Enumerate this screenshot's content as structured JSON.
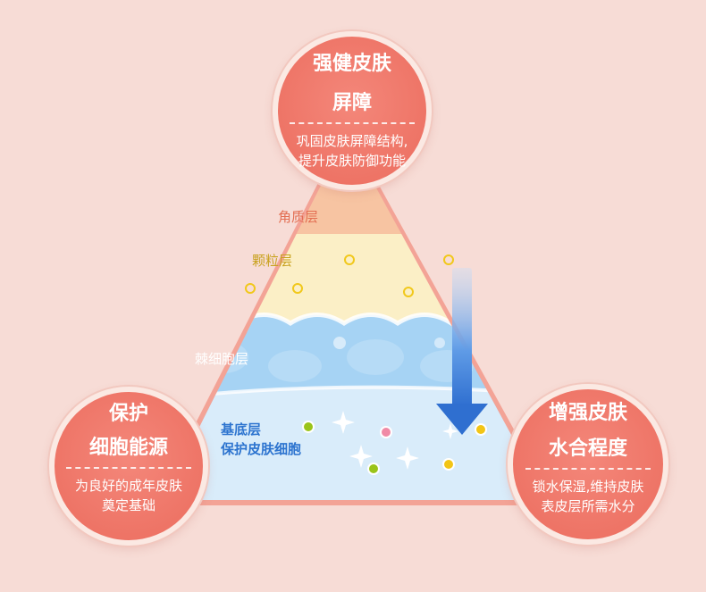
{
  "layers": {
    "stratum_corneum": "角质层",
    "granular": "颗粒层",
    "spinous": "棘细胞层",
    "basal": "基底层",
    "basal_sub": "保护皮肤细胞"
  },
  "circles": {
    "top": {
      "title_line1": "强健皮肤",
      "title_line2": "屏障",
      "desc_line1": "巩固皮肤屏障结构,",
      "desc_line2": "提升皮肤防御功能"
    },
    "left": {
      "title_line1": "保护",
      "title_line2": "细胞能源",
      "desc_line1": "为良好的成年皮肤",
      "desc_line2": "奠定基础"
    },
    "right": {
      "title_line1": "增强皮肤",
      "title_line2": "水合程度",
      "desc_line1": "锁水保湿,维持皮肤",
      "desc_line2": "表皮层所需水分"
    }
  },
  "colors": {
    "background": "#f7dcd6",
    "triangle_outline": "#f08c80",
    "corneum": "#f7c4a2",
    "granular": "#fbefc6",
    "spinous": "#9fd0f3",
    "basal": "#d9ecfa",
    "circle": "#ee7466",
    "arrow": "#3d7fd9"
  }
}
